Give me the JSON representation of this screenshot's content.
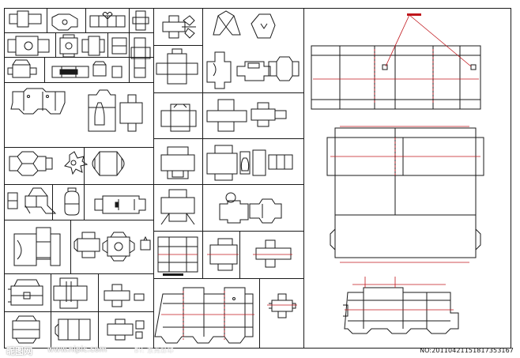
{
  "colors": {
    "ink": "#1a1a1a",
    "fold": "#555555",
    "accent": "#c0161c",
    "paper": "#ffffff"
  },
  "watermark": {
    "logo_text": "昵图网",
    "site_text": "www.nipic.com",
    "user_text": "BY: 东莞彩印",
    "image_id": "NO:20110421151817353167"
  }
}
